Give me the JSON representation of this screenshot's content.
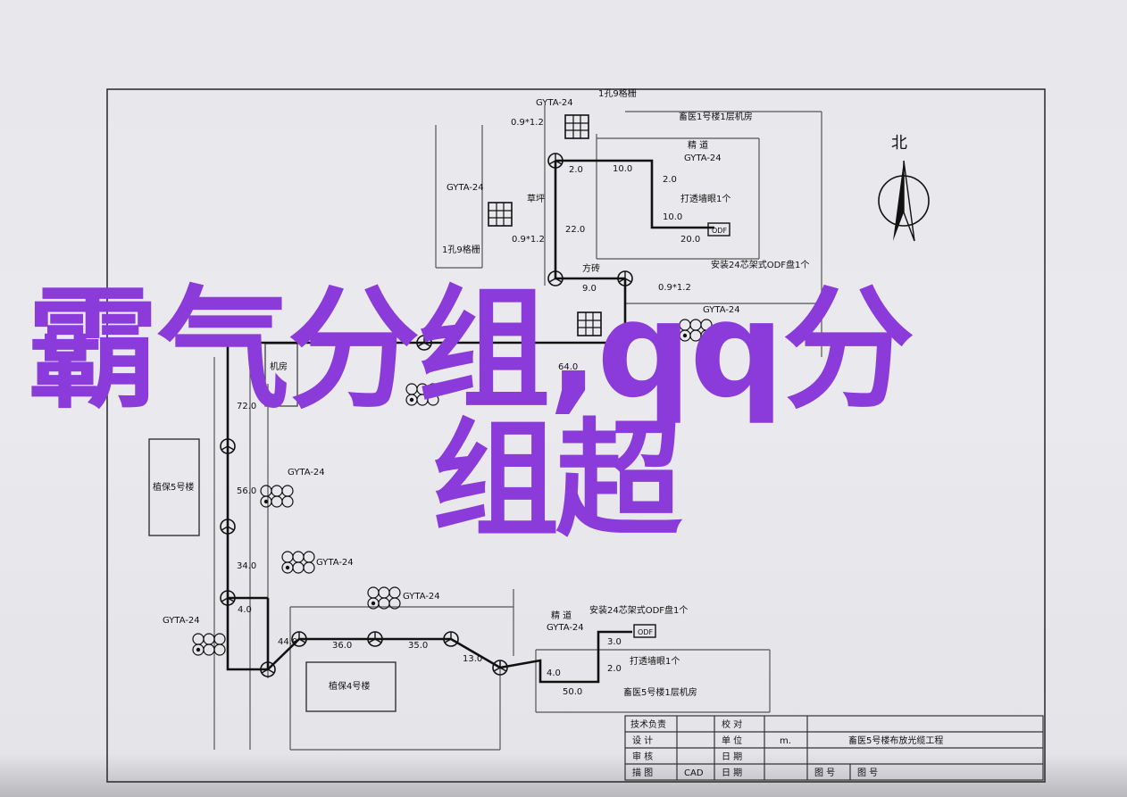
{
  "overlay": {
    "line1": "霸气分组,qq分",
    "line2": "组超"
  },
  "colors": {
    "overlay": "#8a3bd9",
    "line": "#222222",
    "paper": "#e8e8ed"
  },
  "north": {
    "label": "北"
  },
  "rooms": {
    "top_room": "畜医1号楼1层机房",
    "bottom_room": "畜医5号楼1层机房",
    "left_building": "植保5号楼",
    "bottom_building": "植保4号楼",
    "grass": "草坪",
    "brick": "方砖",
    "machine_room_small": "机房"
  },
  "duct_labels": {
    "gyta24": "GYTA-24",
    "well_top": "1孔9格栅",
    "well_mid": "1孔9格栅",
    "size_a": "0.9*1.2",
    "size_b": "0.9*1.2",
    "size_c": "0.9*1.2",
    "shaft_top": [
      "精 道",
      "GYTA-24"
    ],
    "shaft_bottom": [
      "精 道",
      "GYTA-24"
    ],
    "odf_top": "ODF",
    "odf_bottom": "ODF",
    "wall_hole_top": "打透墙眼1个",
    "wall_hole_bottom": "打透墙眼1个",
    "odf_install_top": "安装24芯架式ODF盘1个",
    "odf_install_bottom": "安装24芯架式ODF盘1个"
  },
  "distances": {
    "d2": "2.0",
    "d10a": "10.0",
    "d2b": "2.0",
    "d10b": "10.0",
    "d22": "22.0",
    "d20": "20.0",
    "d9": "9.0",
    "d64": "64.0",
    "d72": "72.0",
    "d56": "56.0",
    "d34": "34.0",
    "d4a": "4.0",
    "d44": "44.0",
    "d36": "36.0",
    "d35": "35.0",
    "d13": "13.0",
    "d4b": "4.0",
    "d3": "3.0",
    "d2c": "2.0",
    "d50": "50.0"
  },
  "title_block": {
    "r1c1": "技术负责",
    "r1c3": "校 对",
    "r2c1": "设 计",
    "r2c3": "单 位",
    "r2c4": "m.",
    "r3c1": "审 核",
    "r3c3": "日 期",
    "r4c1": "描 图",
    "r4c2": "CAD",
    "r4c3": "日 期",
    "project": "畜医5号楼布放光缆工程",
    "drawing_no_label": "图 号",
    "drawing_name_label": "图 号"
  }
}
